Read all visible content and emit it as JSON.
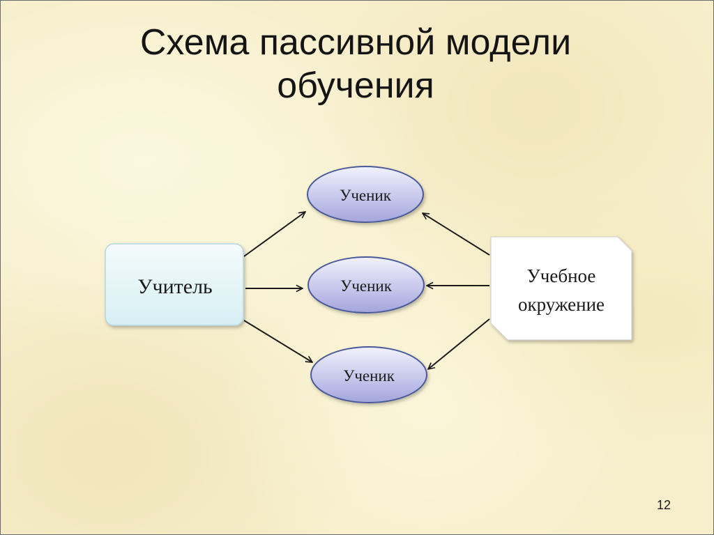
{
  "slide": {
    "title_line1": "Схема пассивной модели",
    "title_line2": "обучения",
    "page_number": "12"
  },
  "diagram": {
    "teacher": "Учитель",
    "students": [
      "Ученик",
      "Ученик",
      "Ученик"
    ],
    "environment_line1": "Учебное",
    "environment_line2": "окружение",
    "colors": {
      "teacher_fill": "#dff3f6",
      "student_fill": "#a9aade",
      "environment_fill": "#ffffff",
      "arrow": "#1a1a1a"
    }
  }
}
